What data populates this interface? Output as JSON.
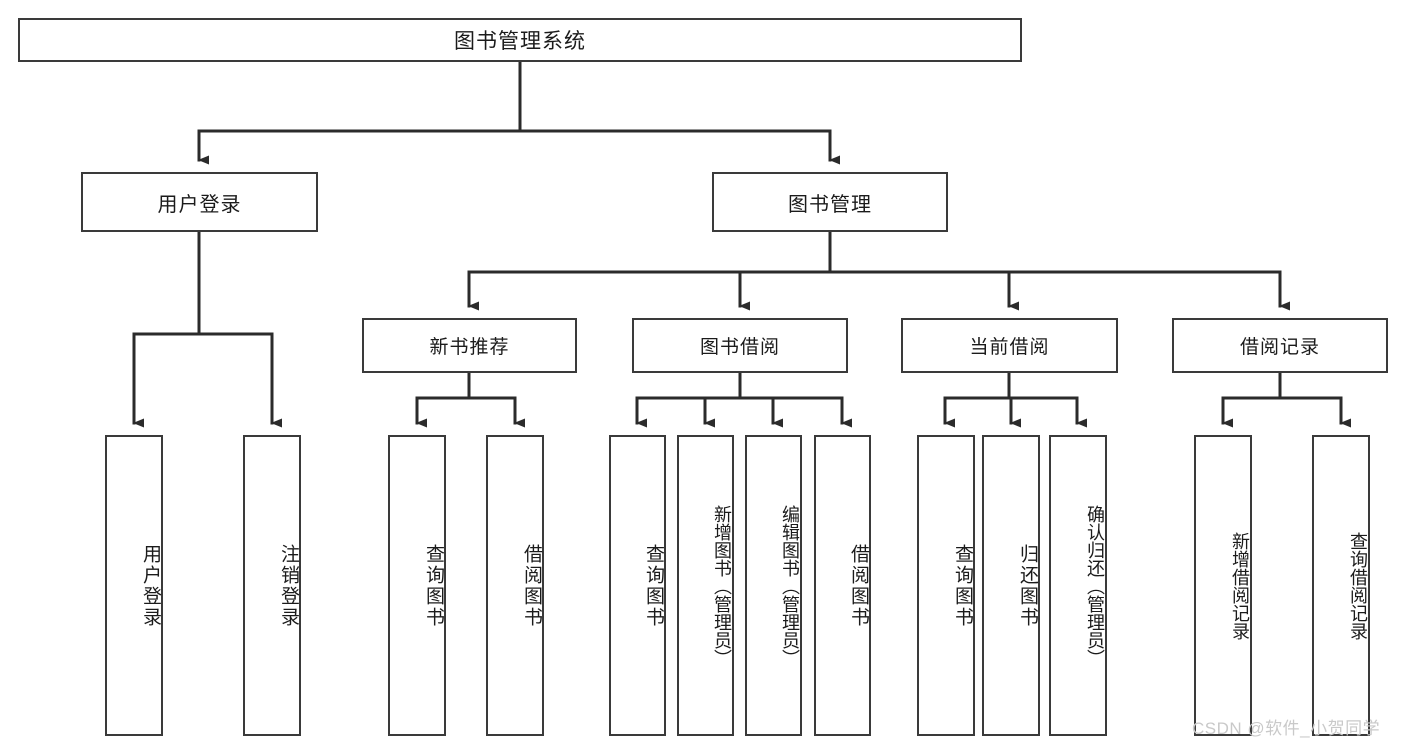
{
  "diagram": {
    "title": "图书管理系统",
    "watermark": "CSDN @软件_小贺同学",
    "colors": {
      "box_border": "#3a3a3a",
      "box_fill": "#ffffff",
      "connector": "#2b2b2b",
      "text": "#1b1b1b",
      "watermark": "#c9c9c9"
    },
    "root": {
      "label": "图书管理系统"
    },
    "level2": [
      {
        "label": "用户登录"
      },
      {
        "label": "图书管理"
      }
    ],
    "level3": [
      {
        "label": "新书推荐"
      },
      {
        "label": "图书借阅"
      },
      {
        "label": "当前借阅"
      },
      {
        "label": "借阅记录"
      }
    ],
    "leaves": {
      "user_login": [
        {
          "label": "用户登录"
        },
        {
          "label": "注销登录"
        }
      ],
      "new_book_recommend": [
        {
          "label": "查询图书"
        },
        {
          "label": "借阅图书"
        }
      ],
      "book_borrow": [
        {
          "label": "查询图书"
        },
        {
          "label": "新增图书（管理员）"
        },
        {
          "label": "编辑图书（管理员）"
        },
        {
          "label": "借阅图书"
        }
      ],
      "current_borrow": [
        {
          "label": "查询图书"
        },
        {
          "label": "归还图书"
        },
        {
          "label": "确认归还（管理员）"
        }
      ],
      "borrow_record": [
        {
          "label": "新增借阅记录"
        },
        {
          "label": "查询借阅记录"
        }
      ]
    }
  }
}
